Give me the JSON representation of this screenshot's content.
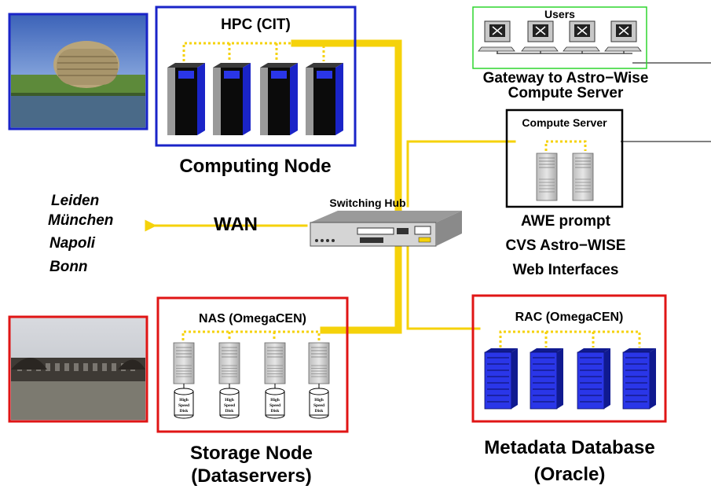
{
  "nodes": {
    "hpc": {
      "title": "HPC (CIT)",
      "caption": "Computing Node"
    },
    "users": {
      "title": "Users",
      "caption_line1": "Gateway to Astro−Wise",
      "caption_line2": "Compute Server"
    },
    "compute": {
      "title": "Compute Server",
      "line1": "AWE prompt",
      "line2": "CVS Astro−WISE",
      "line3": "Web Interfaces"
    },
    "hub": {
      "title": "Switching Hub"
    },
    "wan": {
      "label": "WAN",
      "sites": [
        "Leiden",
        "München",
        "Napoli",
        "Bonn"
      ]
    },
    "nas": {
      "title": "NAS (OmegaCEN)",
      "caption_line1": "Storage Node",
      "caption_line2": "(Dataservers)",
      "disk_label": [
        "High",
        "Speed",
        "Disk"
      ]
    },
    "rac": {
      "title": "RAC (OmegaCEN)",
      "caption_line1": "Metadata Database",
      "caption_line2": "(Oracle)"
    }
  },
  "colors": {
    "link": "#f5d20a",
    "blue_box": "#1a24c8",
    "green_box": "#2ed62e",
    "red_box": "#e01515",
    "rack_blue": "#2a36e8"
  }
}
